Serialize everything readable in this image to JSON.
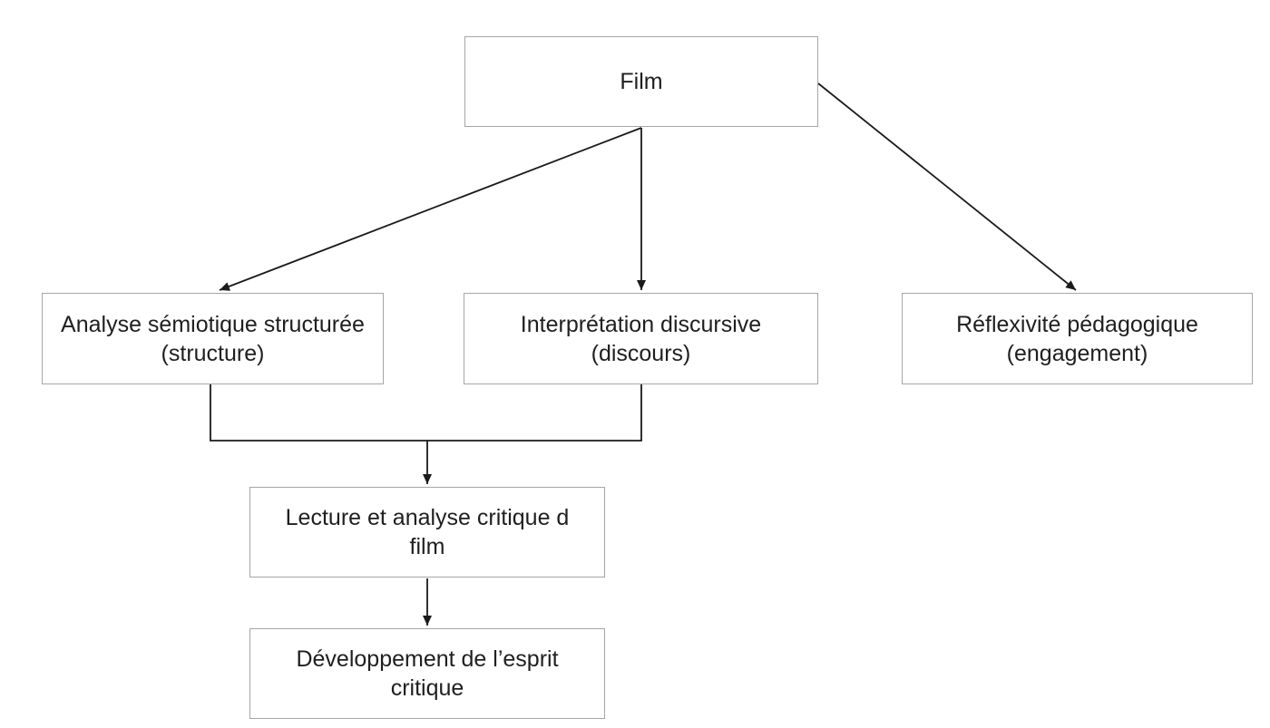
{
  "diagram": {
    "colors": {
      "background": "#ffffff",
      "node_fill": "#ffffff",
      "node_border": "#a6a6a6",
      "text": "#1f1f1f",
      "connector": "#1a1a1a"
    },
    "nodes": {
      "film": {
        "lines": [
          "Film"
        ]
      },
      "analyse_semiotique": {
        "lines": [
          "Analyse sémiotique structurée",
          "(structure)"
        ]
      },
      "interpretation_discursive": {
        "lines": [
          "Interprétation discursive",
          "(discours)"
        ]
      },
      "reflexivite_pedagogique": {
        "lines": [
          "Réflexivité pédagogique",
          "(engagement)"
        ]
      },
      "lecture_analyse": {
        "lines": [
          "Lecture et analyse critique d",
          "film"
        ]
      },
      "developpement_esprit": {
        "lines": [
          "Développement de l’esprit",
          "critique"
        ]
      }
    },
    "edges": [
      {
        "from": "Film",
        "to": "Analyse sémiotique structurée (structure)",
        "type": "arrow"
      },
      {
        "from": "Film",
        "to": "Interprétation discursive (discours)",
        "type": "arrow"
      },
      {
        "from": "Film",
        "to": "Réflexivité pédagogique (engagement)",
        "type": "arrow"
      },
      {
        "from": "Analyse sémiotique structurée (structure) + Interprétation discursive (discours)",
        "to": "Lecture et analyse critique d film",
        "type": "merged-arrow"
      },
      {
        "from": "Lecture et analyse critique d film",
        "to": "Développement de l’esprit critique",
        "type": "arrow"
      }
    ]
  }
}
